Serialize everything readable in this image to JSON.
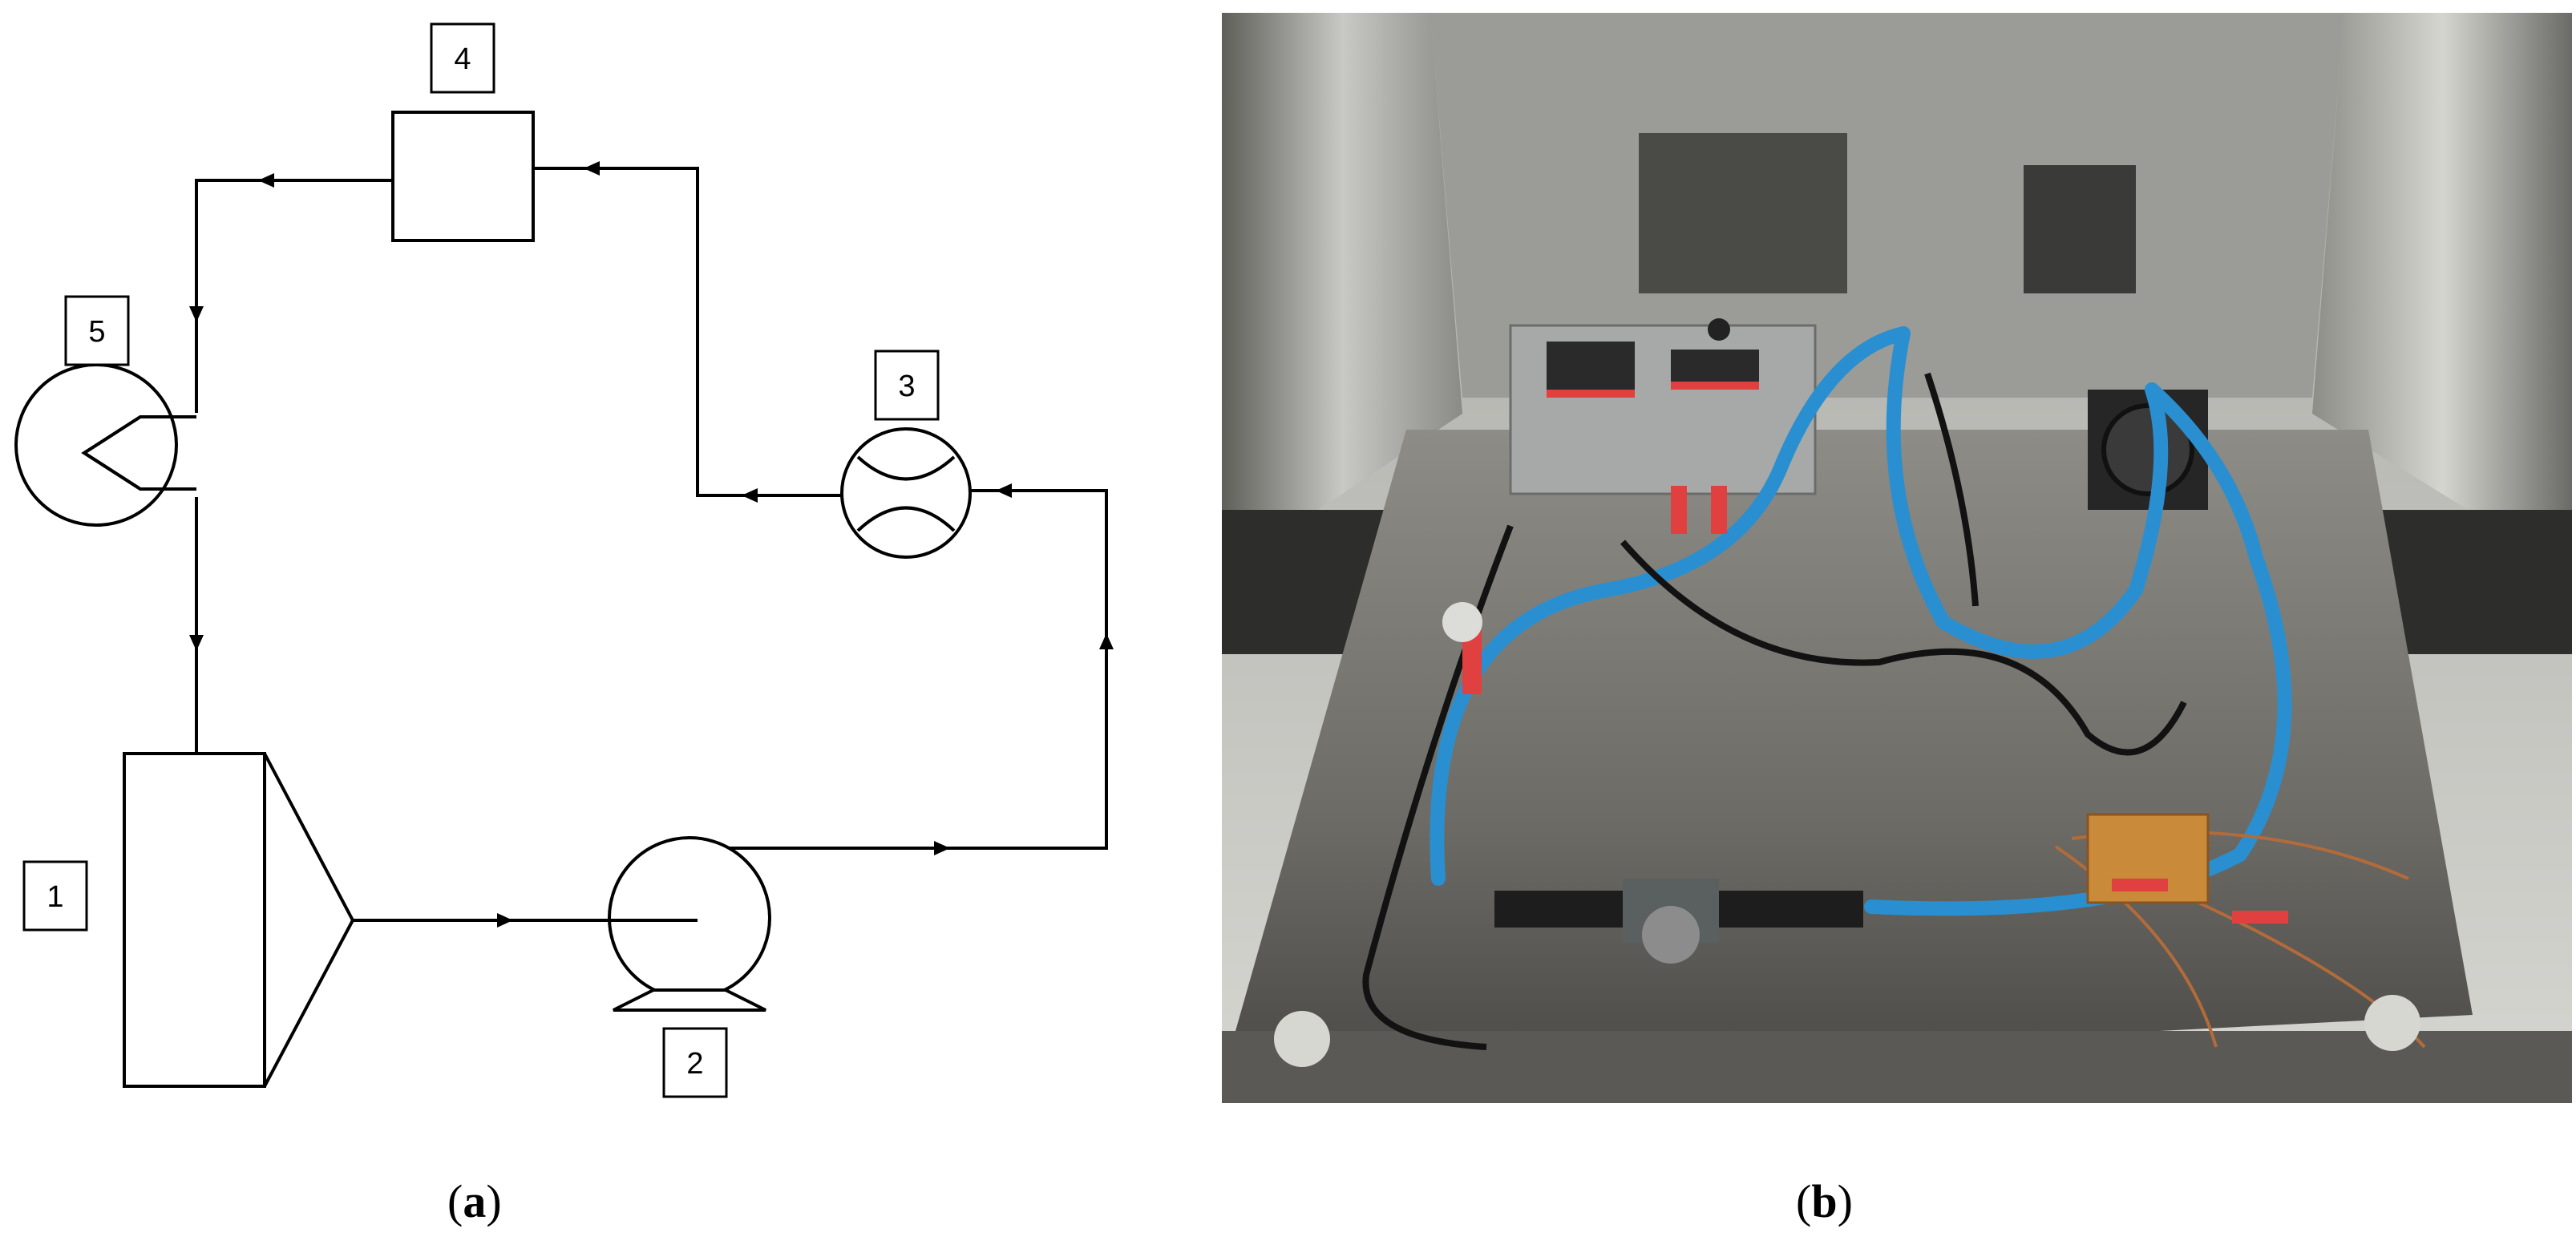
{
  "panel_a": {
    "component_labels": [
      "1",
      "2",
      "3",
      "4",
      "5"
    ],
    "caption_open": "(",
    "caption_letter": "a",
    "caption_close": ")"
  },
  "panel_b": {
    "caption_open": "(",
    "caption_letter": "b",
    "caption_close": ")"
  },
  "colors": {
    "line": "#000000",
    "tube_blue": "#2a8fd0",
    "steel": "#b9b9b4",
    "red_tag": "#e0403f"
  }
}
